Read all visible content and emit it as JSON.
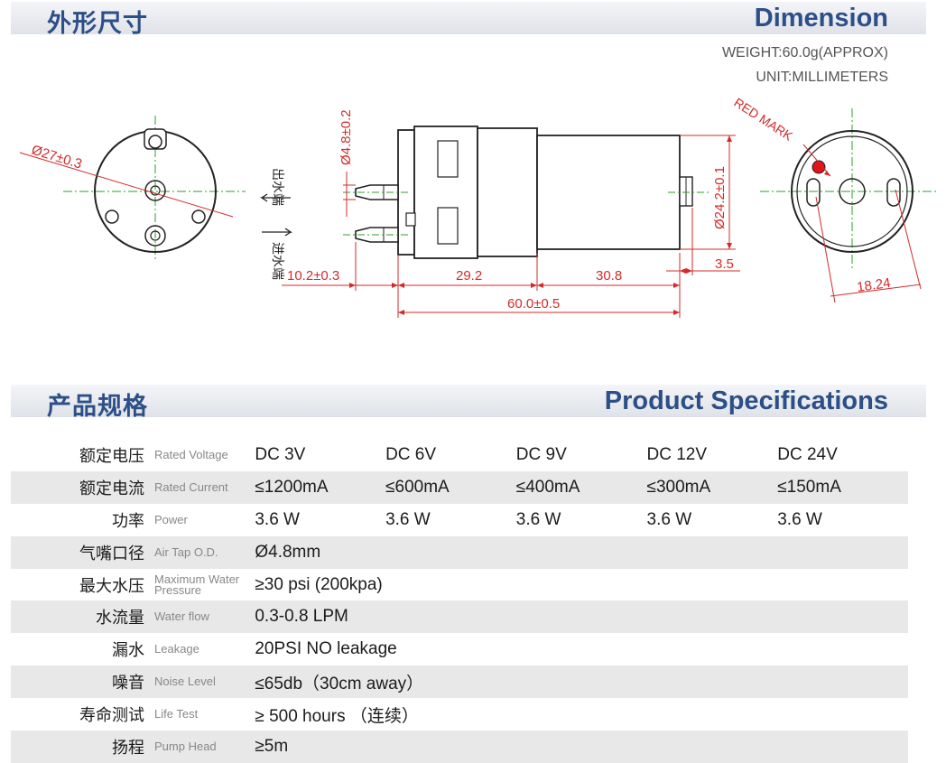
{
  "dimension_section": {
    "title_cn": "外形尺寸",
    "title_en": "Dimension",
    "weight": "WEIGHT:60.0g(APPROX)",
    "unit": "UNIT:MILLIMETERS"
  },
  "drawing_labels": {
    "diameter_body": "Ø27±0.3",
    "diameter_tap": "Ø4.8±0.2",
    "outlet": "出水端",
    "inlet": "进水端",
    "dim_tap_length": "10.2±0.3",
    "dim_head": "29.2",
    "dim_motor": "30.8",
    "dim_terminal": "3.5",
    "dim_total": "60.0±0.5",
    "diameter_motor": "Ø24.2±0.1",
    "red_mark": "RED MARK",
    "dim_holes": "18.24"
  },
  "spec_section": {
    "title_cn": "产品规格",
    "title_en": "Product Specifications"
  },
  "specs": [
    {
      "cn": "额定电压",
      "en": "Rated Voltage",
      "values": [
        "DC 3V",
        "DC 6V",
        "DC 9V",
        "DC 12V",
        "DC 24V"
      ]
    },
    {
      "cn": "额定电流",
      "en": "Rated Current",
      "values": [
        "≤1200mA",
        "≤600mA",
        "≤400mA",
        "≤300mA",
        "≤150mA"
      ]
    },
    {
      "cn": "功率",
      "en": "Power",
      "values": [
        "3.6 W",
        "3.6 W",
        "3.6 W",
        "3.6 W",
        "3.6 W"
      ]
    },
    {
      "cn": "气嘴口径",
      "en": "Air Tap O.D.",
      "values": [
        "Ø4.8mm"
      ]
    },
    {
      "cn": "最大水压",
      "en": "Maximum Water Pressure",
      "values": [
        "≥30 psi (200kpa)"
      ]
    },
    {
      "cn": "水流量",
      "en": "Water flow",
      "values": [
        "0.3-0.8 LPM"
      ]
    },
    {
      "cn": "漏水",
      "en": "Leakage",
      "values": [
        "20PSI NO leakage"
      ]
    },
    {
      "cn": "噪音",
      "en": "Noise Level",
      "values": [
        "≤65db（30cm away）"
      ]
    },
    {
      "cn": "寿命测试",
      "en": "Life Test",
      "values": [
        "≥ 500 hours （连续）"
      ]
    },
    {
      "cn": "扬程",
      "en": "Pump Head",
      "values": [
        "≥5m"
      ]
    }
  ],
  "colors": {
    "heading": "#2d4f87",
    "dimension_line": "#d42a2a",
    "center_line": "#2aa02a",
    "red_mark": "#e0141a"
  }
}
